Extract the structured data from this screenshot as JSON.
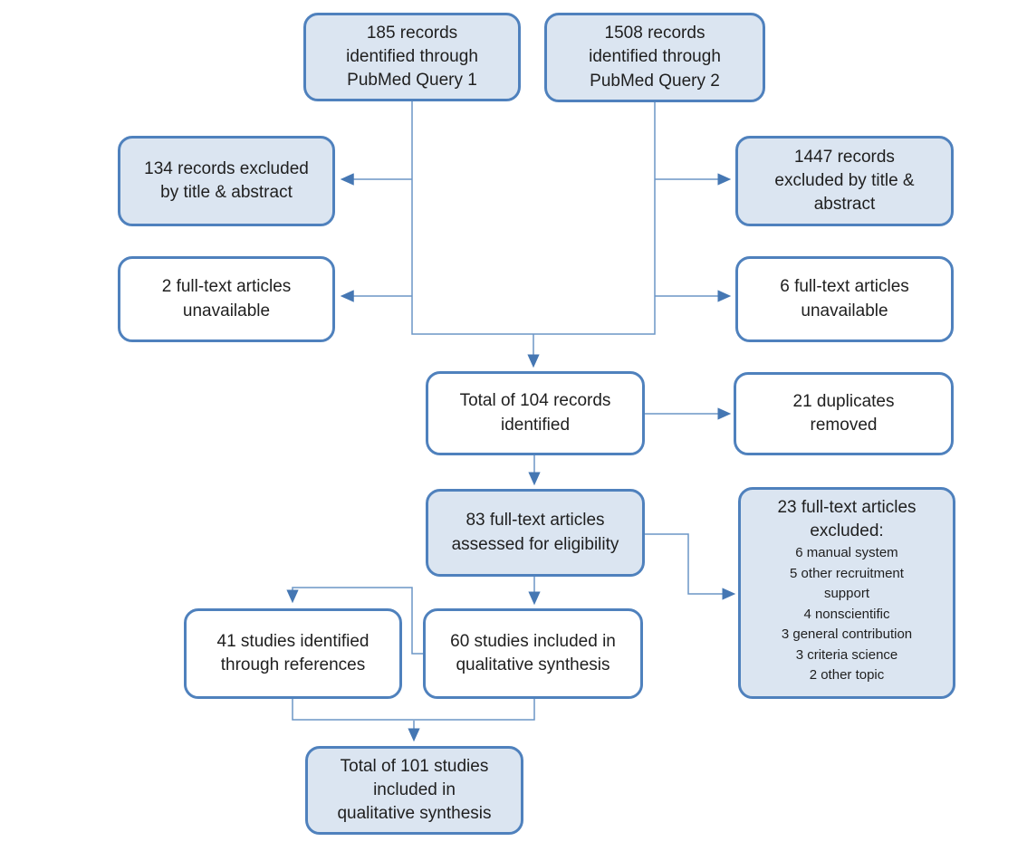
{
  "diagram": {
    "type": "flowchart",
    "colors": {
      "box_border": "#4F81BD",
      "box_fill_highlight": "#DBE5F1",
      "box_fill_plain": "#FFFFFF",
      "connector_line": "#6C96C6",
      "arrowhead": "#4577B3",
      "text": "#1F1F1F"
    },
    "nodes": {
      "q1": {
        "text": "185 records\nidentified through\nPubMed Query 1"
      },
      "q2": {
        "text": "1508 records\nidentified through\nPubMed Query 2"
      },
      "excluded_title_1": {
        "text": "134 records excluded\nby title & abstract"
      },
      "excluded_title_2": {
        "text": "1447 records\nexcluded by title &\nabstract"
      },
      "unavailable_1": {
        "text": "2 full-text articles\nunavailable"
      },
      "unavailable_2": {
        "text": "6 full-text articles\nunavailable"
      },
      "total_104": {
        "text": "Total of 104 records\nidentified"
      },
      "duplicates": {
        "text": "21 duplicates\nremoved"
      },
      "assessed": {
        "text": "83 full-text articles\nassessed for eligibility"
      },
      "excluded_23": {
        "title": "23 full-text articles\nexcluded:",
        "items": [
          "6 manual system",
          "5 other recruitment\nsupport",
          "4 nonscientific",
          "3 general contribution",
          "3 criteria science",
          "2 other topic"
        ]
      },
      "references_41": {
        "text": "41 studies identified\nthrough references"
      },
      "included_60": {
        "text": "60 studies included in\nqualitative synthesis"
      },
      "total_101": {
        "text": "Total of 101 studies\nincluded in\nqualitative synthesis"
      }
    }
  }
}
